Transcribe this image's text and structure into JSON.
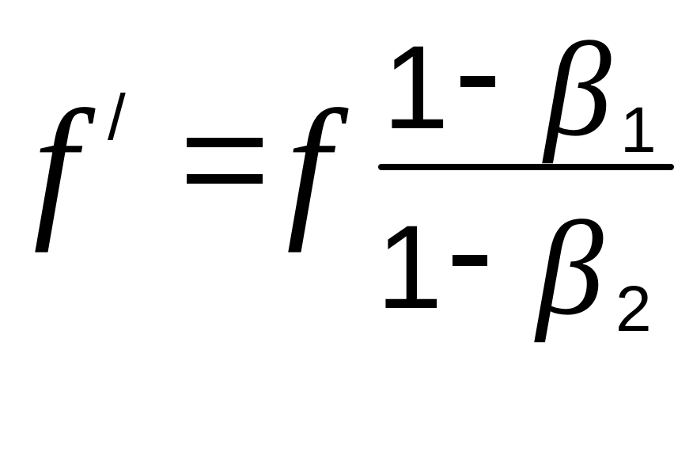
{
  "formula": {
    "lhs": {
      "symbol": "f",
      "prime": "/"
    },
    "rhs": {
      "symbol": "f",
      "numerator": {
        "one": "1",
        "beta": "β",
        "subscript": "1"
      },
      "denominator": {
        "one": "1",
        "beta": "β",
        "subscript": "2"
      }
    }
  }
}
